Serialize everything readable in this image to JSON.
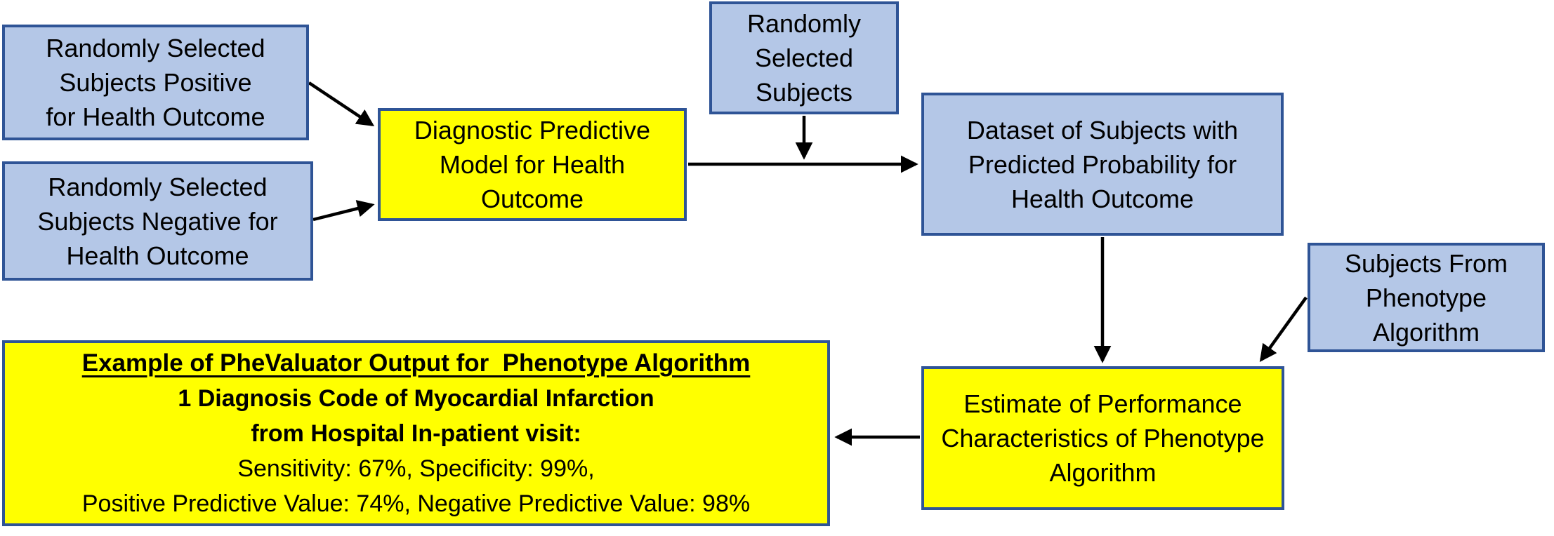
{
  "colors": {
    "blue_box_fill": "#B4C7E7",
    "yellow_box_fill": "#FFFF00",
    "box_border": "#2F5496",
    "arrow": "#000000",
    "text": "#000000"
  },
  "boxes": {
    "positive": {
      "lines": [
        "Randomly Selected",
        "Subjects Positive",
        "for Health Outcome"
      ]
    },
    "negative": {
      "lines": [
        "Randomly Selected",
        "Subjects Negative for",
        "Health Outcome"
      ]
    },
    "model": {
      "lines": [
        "Diagnostic Predictive",
        "Model for Health",
        "Outcome"
      ]
    },
    "random_subjects": {
      "lines": [
        "Randomly",
        "Selected",
        "Subjects"
      ]
    },
    "dataset": {
      "lines": [
        "Dataset of Subjects with",
        "Predicted Probability for",
        "Health Outcome"
      ]
    },
    "phenotype_subjects": {
      "lines": [
        "Subjects From",
        "Phenotype",
        "Algorithm"
      ]
    },
    "estimate": {
      "lines": [
        "Estimate of Performance",
        "Characteristics of Phenotype",
        "Algorithm"
      ]
    },
    "example": {
      "title": "Example of PheValuator Output for  Phenotype Algorithm",
      "line2": "1 Diagnosis Code of Myocardial Infarction",
      "line3": "from Hospital In-patient visit:",
      "line4": "Sensitivity: 67%, Specificity: 99%,",
      "line5": "Positive Predictive Value: 74%, Negative Predictive Value: 98%"
    }
  }
}
